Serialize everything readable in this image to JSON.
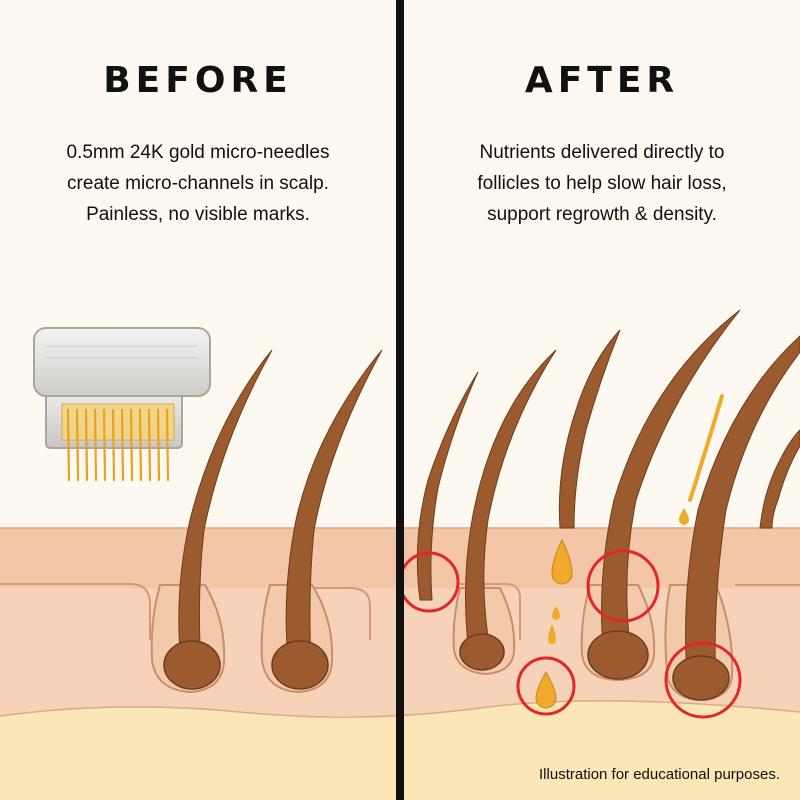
{
  "before": {
    "title": "BEFORE",
    "caption": [
      "0.5mm 24K gold micro-needles",
      "create micro-channels in scalp.",
      "Painless, no visible marks."
    ]
  },
  "after": {
    "title": "AFTER",
    "caption": [
      "Nutrients delivered directly to",
      "follicles to help slow hair loss,",
      "support regrowth & density."
    ]
  },
  "footnote": "Illustration for educational purposes.",
  "colors": {
    "background": "#fdf9f1",
    "skin_top": "#f4c6a8",
    "skin_mid": "#f6d3b8",
    "fat_layer": "#fae6b6",
    "hair": "#9c5a2f",
    "divider": "#111111",
    "highlight_circle": "#e32626",
    "gold": "#e8a321",
    "serum": "#efaa2c"
  },
  "icons": [
    "derma-stamp-device-icon",
    "gold-micro-needles-icon",
    "serum-droplet-icon",
    "highlight-circle-icon"
  ]
}
